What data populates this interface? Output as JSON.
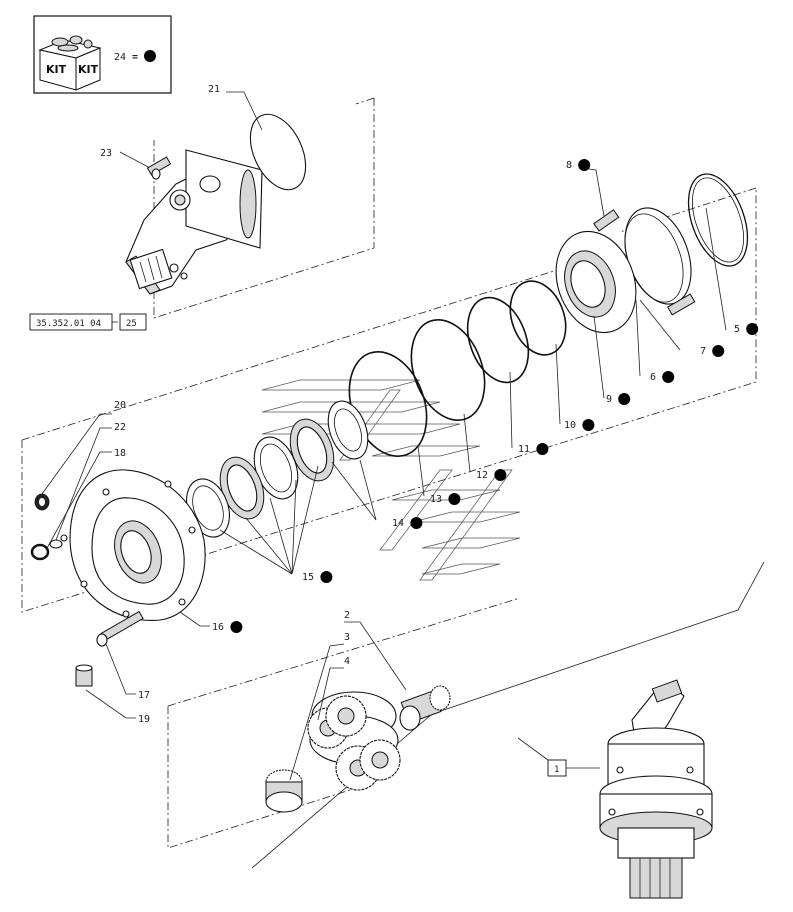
{
  "kit_box": {
    "badge_left": "KIT",
    "badge_right": "KIT",
    "legend_number": "24",
    "legend_equals": "="
  },
  "reference": {
    "code": "35.352.01 04",
    "number": "25"
  },
  "assembly_marker": "1",
  "callouts": [
    {
      "id": "2",
      "kit": false
    },
    {
      "id": "3",
      "kit": false
    },
    {
      "id": "4",
      "kit": false
    },
    {
      "id": "5",
      "kit": true
    },
    {
      "id": "6",
      "kit": true
    },
    {
      "id": "7",
      "kit": true
    },
    {
      "id": "8",
      "kit": true
    },
    {
      "id": "9",
      "kit": true
    },
    {
      "id": "10",
      "kit": true
    },
    {
      "id": "11",
      "kit": true
    },
    {
      "id": "12",
      "kit": true
    },
    {
      "id": "13",
      "kit": true
    },
    {
      "id": "14",
      "kit": true
    },
    {
      "id": "15",
      "kit": true
    },
    {
      "id": "16",
      "kit": true
    },
    {
      "id": "17",
      "kit": false
    },
    {
      "id": "18",
      "kit": false
    },
    {
      "id": "19",
      "kit": false
    },
    {
      "id": "20",
      "kit": false
    },
    {
      "id": "21",
      "kit": false
    },
    {
      "id": "22",
      "kit": false
    },
    {
      "id": "23",
      "kit": false
    }
  ],
  "icons": [
    "kit-box-icon",
    "kit-dot-icon"
  ]
}
